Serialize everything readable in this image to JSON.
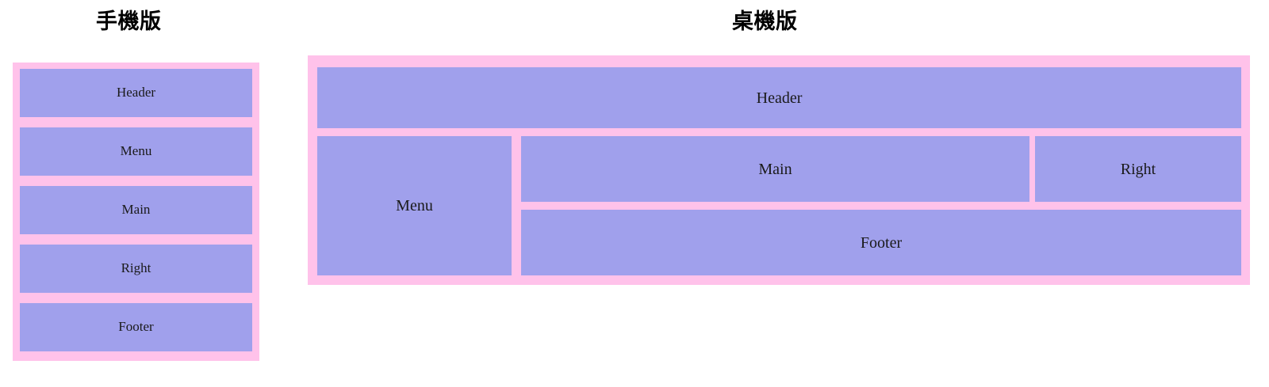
{
  "page": {
    "background_color": "#ffffff",
    "block_color": "#a0a0ec",
    "panel_color": "#ffc2ea",
    "text_color": "#1a1a1a"
  },
  "mobile": {
    "title": "手機版",
    "blocks": [
      {
        "label": "Header"
      },
      {
        "label": "Menu"
      },
      {
        "label": "Main"
      },
      {
        "label": "Right"
      },
      {
        "label": "Footer"
      }
    ]
  },
  "desktop": {
    "title": "桌機版",
    "blocks": [
      {
        "label": "Header"
      },
      {
        "label": "Menu"
      },
      {
        "label": "Main"
      },
      {
        "label": "Right"
      },
      {
        "label": "Footer"
      }
    ]
  }
}
